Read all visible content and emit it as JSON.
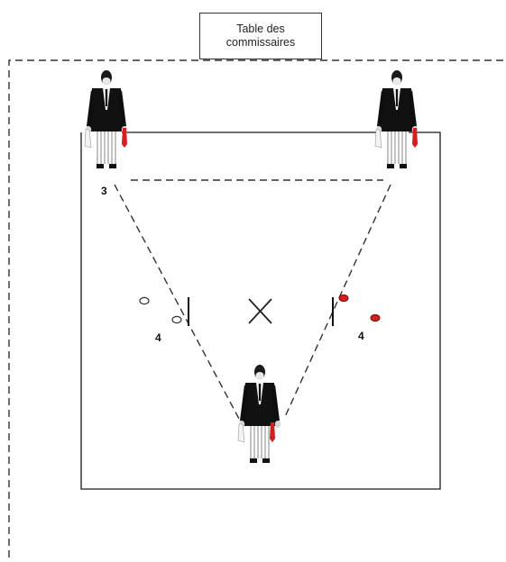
{
  "judges_table": {
    "label": "Table des\ncommissaires"
  },
  "corner_labels": {
    "judge_left": "3",
    "competitor_left": "4",
    "competitor_right": "4"
  },
  "colors": {
    "line": "#1a1a1a",
    "flag_red": "#d21f1f",
    "marker_white": "#ffffff",
    "marker_red": "#d21f1f",
    "suit": "#111111"
  },
  "icons": {
    "referee": "referee-figure-icon",
    "center_mark": "cross-icon",
    "flag": "red-flag-icon"
  }
}
